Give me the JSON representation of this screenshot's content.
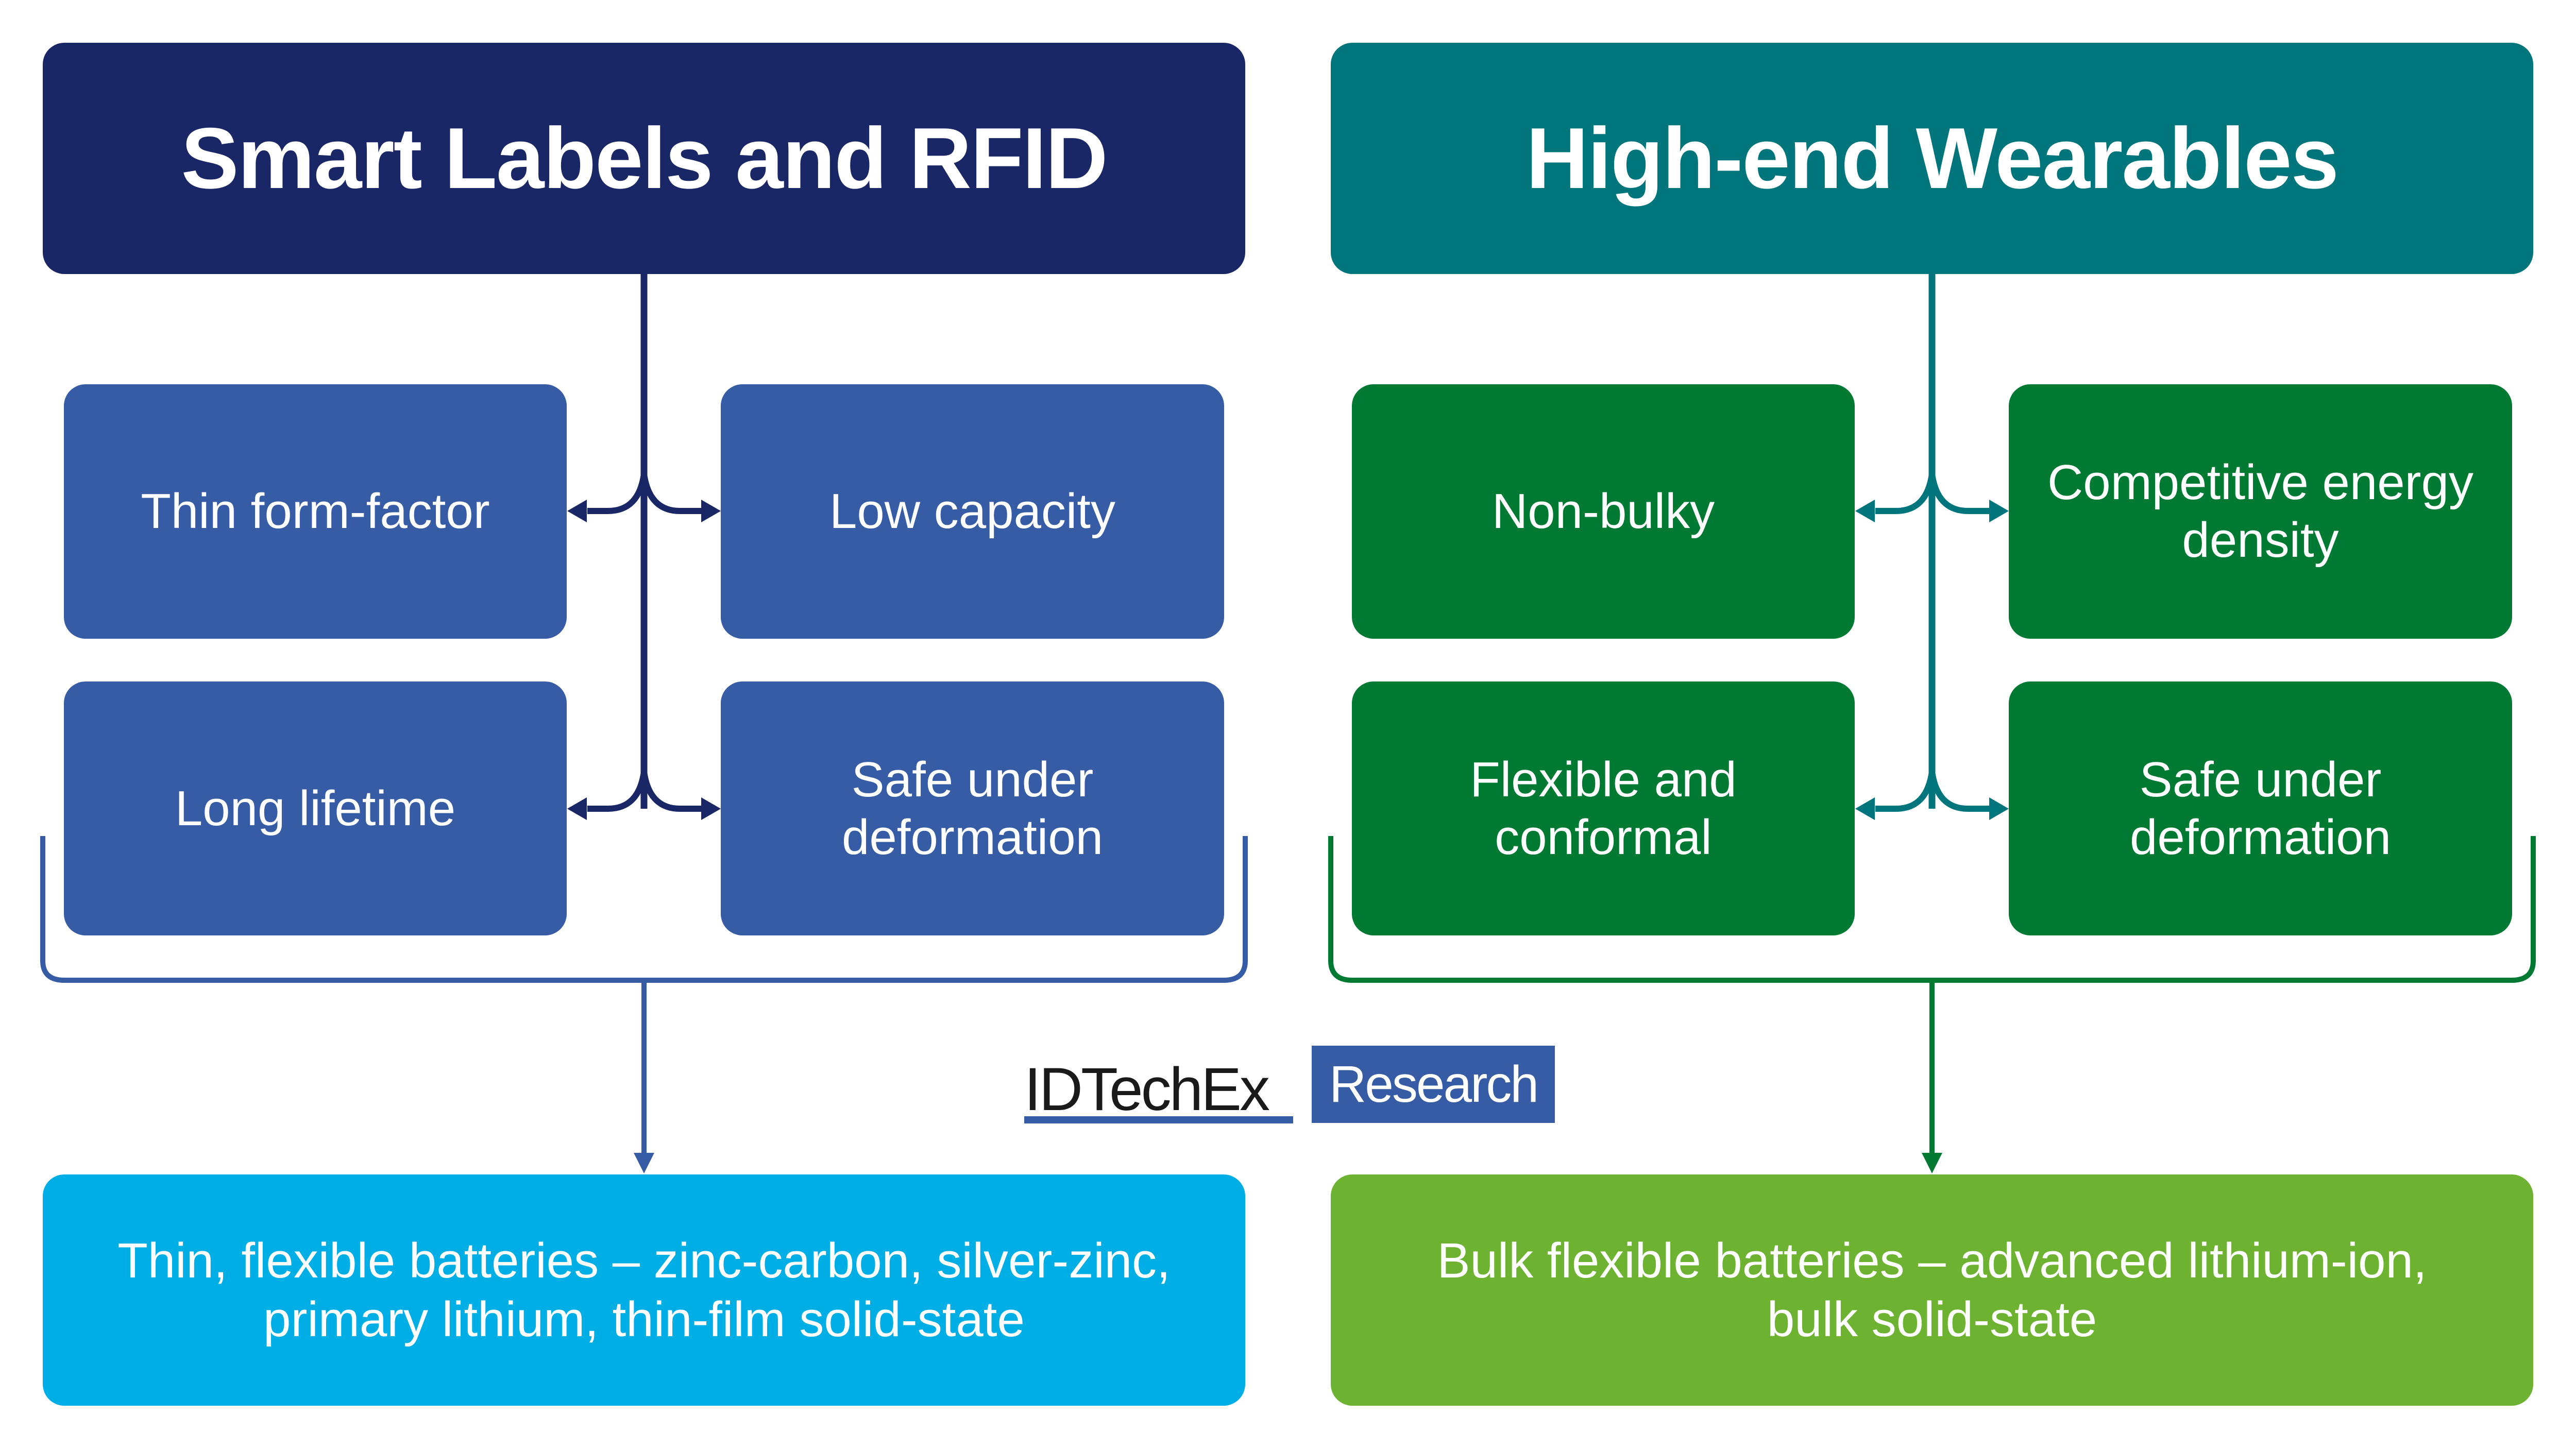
{
  "colors": {
    "left_header": "#1a2766",
    "left_sub": "#375ca6",
    "left_connector": "#1a2766",
    "left_bracket": "#375ca6",
    "left_result": "#00aee6",
    "right_header": "#00757c",
    "right_sub": "#007a33",
    "right_connector": "#00757c",
    "right_bracket": "#007a33",
    "right_result": "#6db230"
  },
  "left": {
    "title": "Smart Labels and RFID",
    "features": [
      "Thin form-factor",
      "Low capacity",
      "Long lifetime",
      "Safe under deformation"
    ],
    "result": "Thin, flexible batteries – zinc-carbon, silver-zinc, primary lithium, thin-film solid-state"
  },
  "right": {
    "title": "High-end Wearables",
    "features": [
      "Non-bulky",
      "Competitive energy density",
      "Flexible and conformal",
      "Safe under deformation"
    ],
    "result": "Bulk flexible batteries – advanced lithium-ion, bulk solid-state"
  },
  "logo": {
    "brand": "IDTechEx",
    "tag": "Research"
  }
}
